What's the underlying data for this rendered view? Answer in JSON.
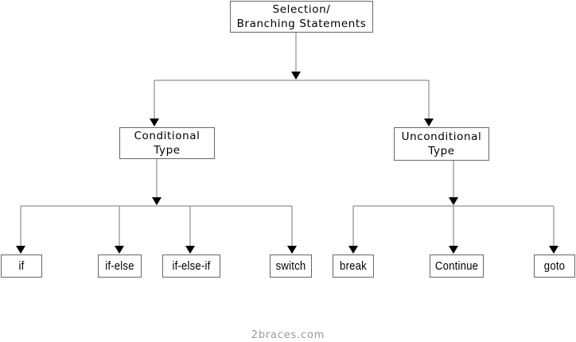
{
  "diagram": {
    "root": {
      "line1": "Selection/",
      "line2": "Branching Statements"
    },
    "conditional": {
      "line1": "Conditional",
      "line2": "Type",
      "children": [
        "if",
        "if-else",
        "if-else-if",
        "switch"
      ]
    },
    "unconditional": {
      "line1": "Unconditional",
      "line2": "Type",
      "children": [
        "break",
        "Continue",
        "goto"
      ]
    }
  },
  "watermark": "2braces.com",
  "colors": {
    "line": "#777777",
    "border": "#666666",
    "arrow": "#000000",
    "watermark": "#9a9a9a"
  }
}
